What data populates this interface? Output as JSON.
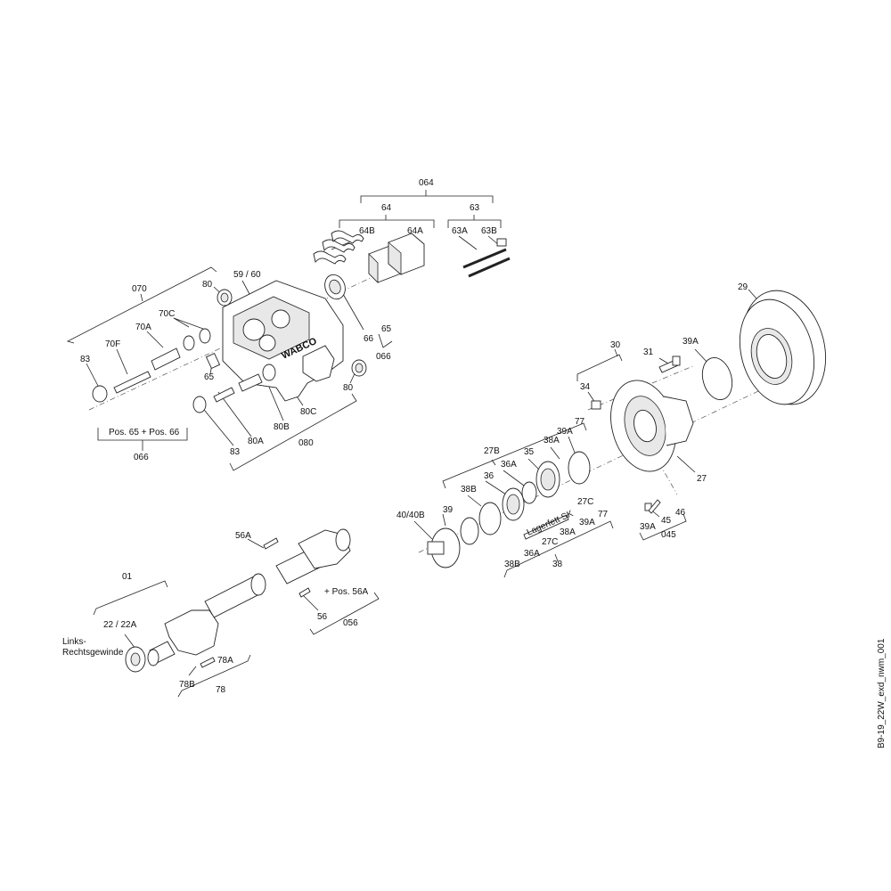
{
  "labels": {
    "l064": "064",
    "l64": "64",
    "l63": "63",
    "l64B": "64B",
    "l64A": "64A",
    "l63A": "63A",
    "l63B": "63B",
    "l070": "070",
    "l5960": "59 / 60",
    "l80a": "80",
    "l70C": "70C",
    "l70A": "70A",
    "l70F": "70F",
    "l83a": "83",
    "l65": "65",
    "l66": "66",
    "l65b": "65",
    "l066a": "066",
    "l80b": "80",
    "l80C": "80C",
    "l80B": "80B",
    "l80A": "80A",
    "l83b": "83",
    "l080": "080",
    "lPos": "Pos. 65 + Pos. 66",
    "l066b": "066",
    "l30": "30",
    "l31": "31",
    "l39Aa": "39A",
    "l29": "29",
    "l34": "34",
    "l77a": "77",
    "l39Ab": "39A",
    "l38Aa": "38A",
    "l35": "35",
    "l27B": "27B",
    "l36Aa": "36A",
    "l36a": "36",
    "l38Ba": "38B",
    "l39": "39",
    "l4040B": "40/40B",
    "l27": "27",
    "l27Ca": "27C",
    "l39Ac": "39A",
    "l77b": "77",
    "l38Ab": "38A",
    "l27Cb": "27C",
    "l36Ab": "36A",
    "l38Bb": "38B",
    "l38": "38",
    "l46": "46",
    "l45": "45",
    "l39Ad": "39A",
    "l045": "045",
    "l56A": "56A",
    "lPos56A": "+ Pos. 56A",
    "l56": "56",
    "l056": "056",
    "l01": "01",
    "l2222A": "22 / 22A",
    "lLinks": "Links-",
    "lRechts": "Rechtsgewinde",
    "l78A": "78A",
    "l78B": "78B",
    "l78": "78",
    "lLagerfett": "Lagerfett SK",
    "lDrawing": "B9-19_22W_exd_nwm_001",
    "lBrand": "WABCO"
  }
}
